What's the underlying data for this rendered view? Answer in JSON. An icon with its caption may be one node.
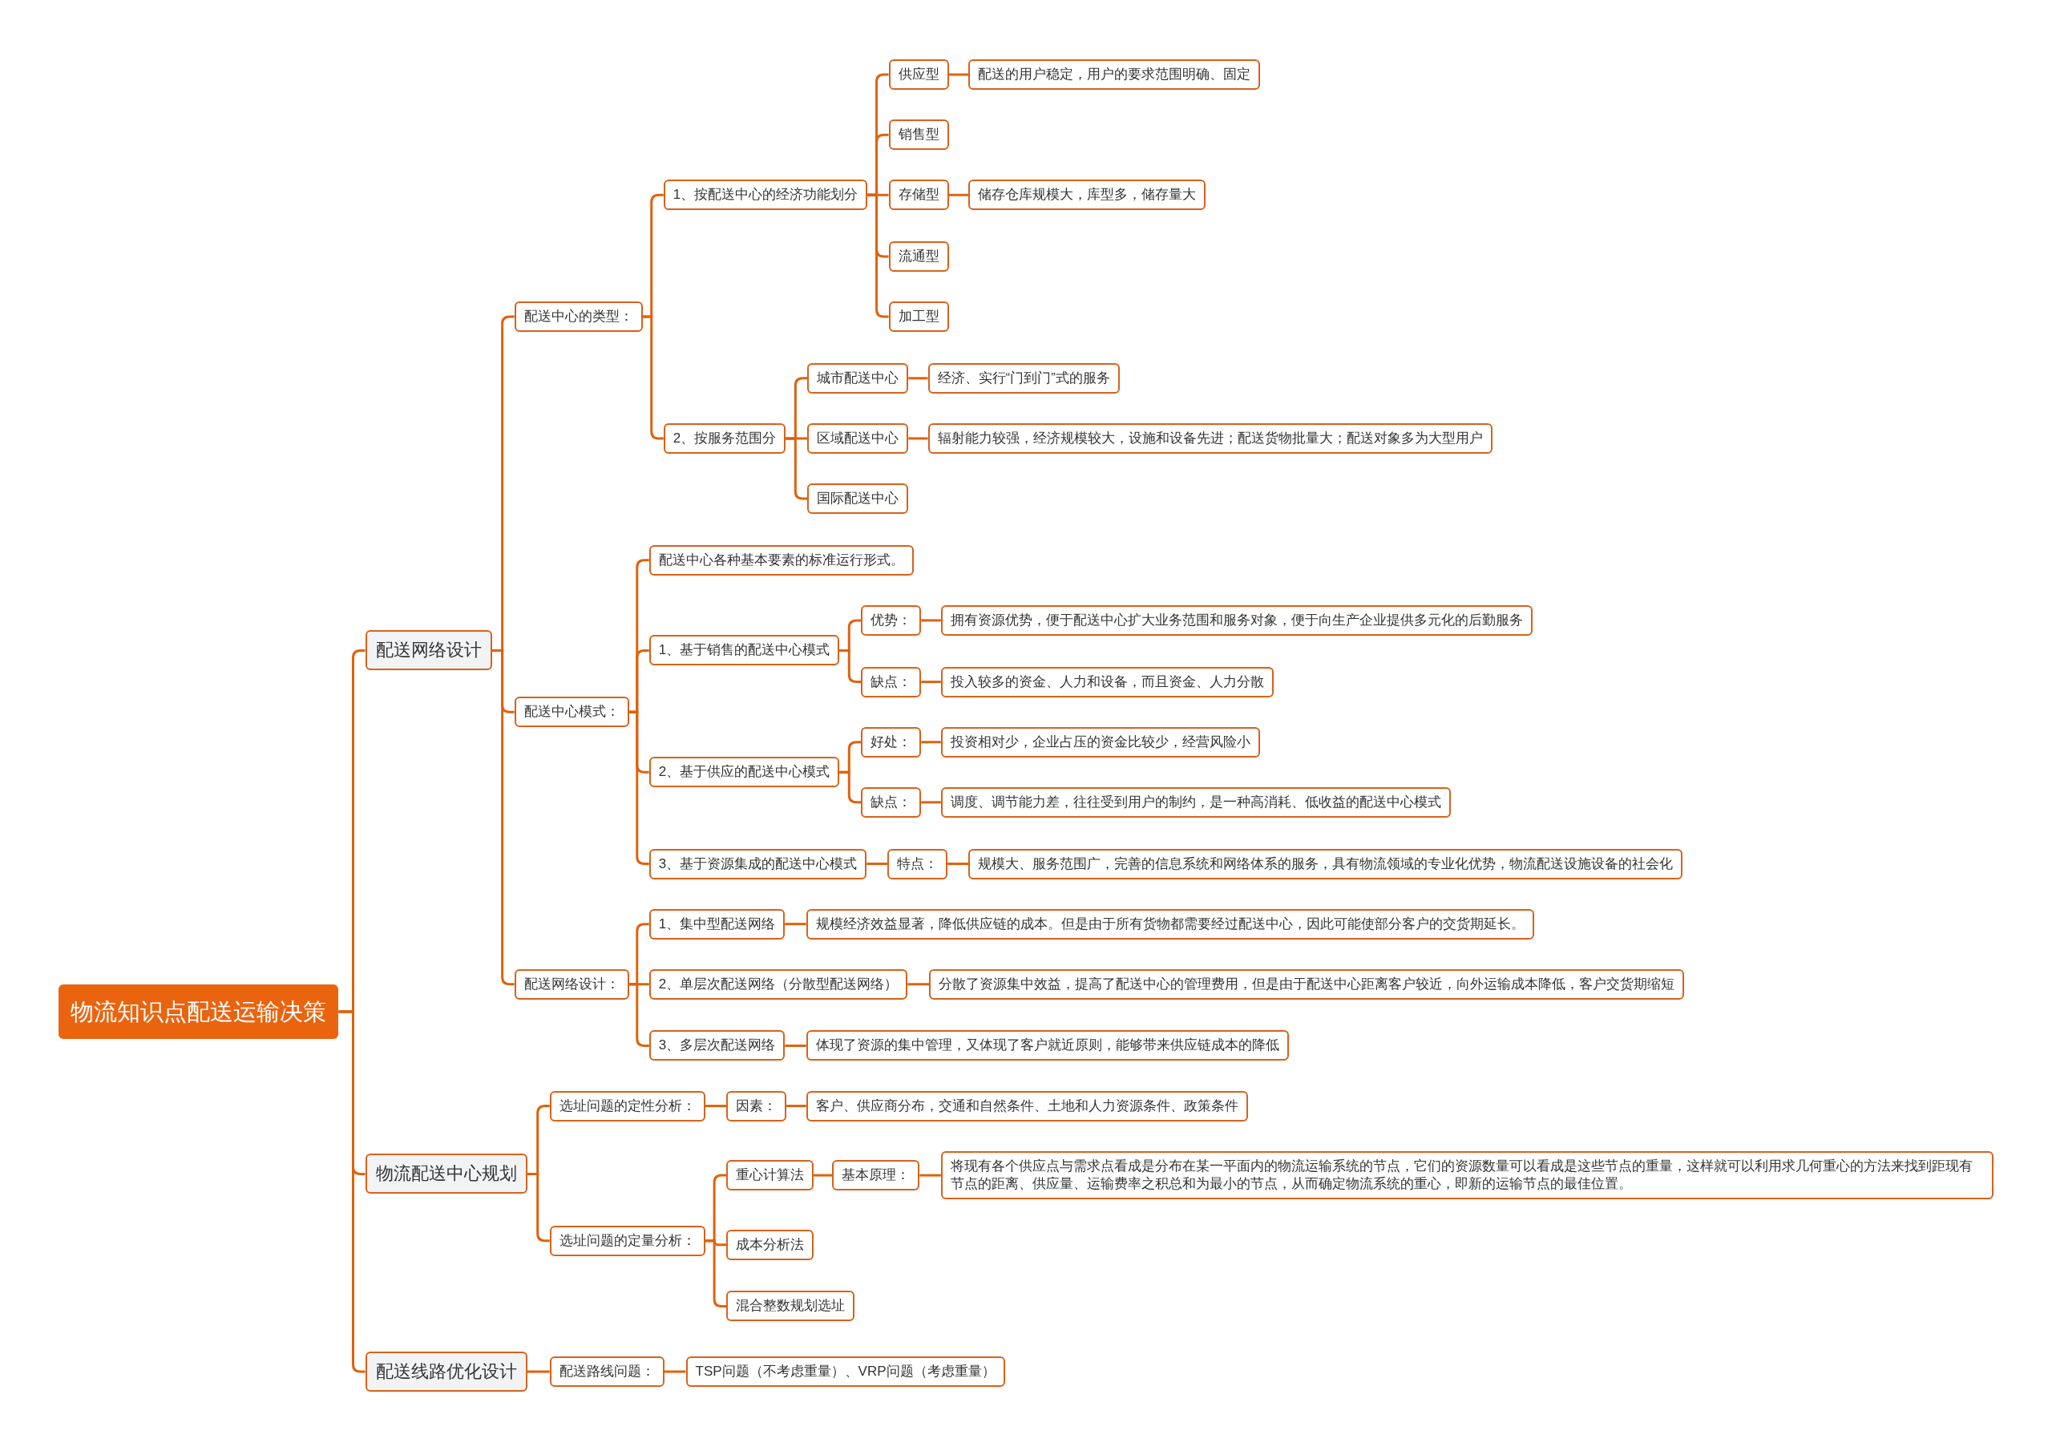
{
  "diagram": {
    "nodes": [
      {
        "text": [
          "物流知识点配送运输决策"
        ]
      },
      {
        "text": [
          "配送网络设计"
        ]
      },
      {
        "text": [
          "配送中心的类型："
        ]
      },
      {
        "text": [
          "1、按配送中心的经济功能划分"
        ]
      },
      {
        "text": [
          "供应型"
        ]
      },
      {
        "text": [
          "配送的用户稳定，用户的要求范围明确、固定"
        ]
      },
      {
        "text": [
          "销售型"
        ]
      },
      {
        "text": [
          "存储型"
        ]
      },
      {
        "text": [
          "储存仓库规模大，库型多，储存量大"
        ]
      },
      {
        "text": [
          "流通型"
        ]
      },
      {
        "text": [
          "加工型"
        ]
      },
      {
        "text": [
          "2、按服务范围分"
        ]
      },
      {
        "text": [
          "城市配送中心"
        ]
      },
      {
        "text": [
          "经济、实行“门到门”式的服务"
        ]
      },
      {
        "text": [
          "区域配送中心"
        ]
      },
      {
        "text": [
          "辐射能力较强，经济规模较大，设施和设备先进；配送货物批量大；配送对象多为大型用户"
        ]
      },
      {
        "text": [
          "国际配送中心"
        ]
      },
      {
        "text": [
          "配送中心模式："
        ]
      },
      {
        "text": [
          "配送中心各种基本要素的标准运行形式。"
        ]
      },
      {
        "text": [
          "1、基于销售的配送中心模式"
        ]
      },
      {
        "text": [
          "优势："
        ]
      },
      {
        "text": [
          "拥有资源优势，便于配送中心扩大业务范围和服务对象，便于向生产企业提供多元化的后勤服务"
        ]
      },
      {
        "text": [
          "缺点："
        ]
      },
      {
        "text": [
          "投入较多的资金、人力和设备，而且资金、人力分散"
        ]
      },
      {
        "text": [
          "2、基于供应的配送中心模式"
        ]
      },
      {
        "text": [
          "好处："
        ]
      },
      {
        "text": [
          "投资相对少，企业占压的资金比较少，经营风险小"
        ]
      },
      {
        "text": [
          "缺点："
        ]
      },
      {
        "text": [
          "调度、调节能力差，往往受到用户的制约，是一种高消耗、低收益的配送中心模式"
        ]
      },
      {
        "text": [
          "3、基于资源集成的配送中心模式"
        ]
      },
      {
        "text": [
          "特点："
        ]
      },
      {
        "text": [
          "规模大、服务范围广，完善的信息系统和网络体系的服务，具有物流领域的专业化优势，物流配送设施设备的社会化"
        ]
      },
      {
        "text": [
          "配送网络设计："
        ]
      },
      {
        "text": [
          "1、集中型配送网络"
        ]
      },
      {
        "text": [
          "规模经济效益显著，降低供应链的成本。但是由于所有货物都需要经过配送中心，因此可能使部分客户的交货期延长。"
        ]
      },
      {
        "text": [
          "2、单层次配送网络（分散型配送网络）"
        ]
      },
      {
        "text": [
          "分散了资源集中效益，提高了配送中心的管理费用，但是由于配送中心距离客户较近，向外运输成本降低，客户交货期缩短"
        ]
      },
      {
        "text": [
          "3、多层次配送网络"
        ]
      },
      {
        "text": [
          "体现了资源的集中管理，又体现了客户就近原则，能够带来供应链成本的降低"
        ]
      },
      {
        "text": [
          "物流配送中心规划"
        ]
      },
      {
        "text": [
          "选址问题的定性分析："
        ]
      },
      {
        "text": [
          "因素："
        ]
      },
      {
        "text": [
          "客户、供应商分布，交通和自然条件、土地和人力资源条件、政策条件"
        ]
      },
      {
        "text": [
          "选址问题的定量分析："
        ]
      },
      {
        "text": [
          "重心计算法"
        ]
      },
      {
        "text": [
          "基本原理："
        ]
      },
      {
        "text": [
          "将现有各个供应点与需求点看成是分布在某一平面内的物流运输系统的节点，它们的资源数量可以看成是这些节点的重量，这样就可以利用求几何重心的方法来找到距现有节点的距离、供应量、运输费率之积总和为最小的节点，从而确定物流系统的重心，即新的运输节点的最佳位置。"
        ]
      },
      {
        "text": [
          "成本分析法"
        ]
      },
      {
        "text": [
          "混合整数规划选址"
        ]
      },
      {
        "text": [
          "配送线路优化设计"
        ]
      },
      {
        "text": [
          "配送路线问题："
        ]
      },
      {
        "text": [
          "TSP问题（不考虑重量）、VRP问题（考虑重量）"
        ]
      }
    ],
    "edges": [
      {
        "from": 0,
        "to": 1,
        "arrow": "none"
      },
      {
        "from": 1,
        "to": 2,
        "arrow": "none"
      },
      {
        "from": 2,
        "to": 3,
        "arrow": "none"
      },
      {
        "from": 3,
        "to": 4,
        "arrow": "none"
      },
      {
        "from": 4,
        "to": 5,
        "arrow": "none"
      },
      {
        "from": 3,
        "to": 6,
        "arrow": "none"
      },
      {
        "from": 3,
        "to": 7,
        "arrow": "none"
      },
      {
        "from": 7,
        "to": 8,
        "arrow": "none"
      },
      {
        "from": 3,
        "to": 9,
        "arrow": "none"
      },
      {
        "from": 3,
        "to": 10,
        "arrow": "none"
      },
      {
        "from": 2,
        "to": 11,
        "arrow": "none"
      },
      {
        "from": 11,
        "to": 12,
        "arrow": "none"
      },
      {
        "from": 12,
        "to": 13,
        "arrow": "none"
      },
      {
        "from": 11,
        "to": 14,
        "arrow": "none"
      },
      {
        "from": 14,
        "to": 15,
        "arrow": "none"
      },
      {
        "from": 11,
        "to": 16,
        "arrow": "none"
      },
      {
        "from": 1,
        "to": 17,
        "arrow": "none"
      },
      {
        "from": 17,
        "to": 18,
        "arrow": "none"
      },
      {
        "from": 17,
        "to": 19,
        "arrow": "none"
      },
      {
        "from": 19,
        "to": 20,
        "arrow": "none"
      },
      {
        "from": 20,
        "to": 21,
        "arrow": "none"
      },
      {
        "from": 19,
        "to": 22,
        "arrow": "none"
      },
      {
        "from": 22,
        "to": 23,
        "arrow": "none"
      },
      {
        "from": 17,
        "to": 24,
        "arrow": "none"
      },
      {
        "from": 24,
        "to": 25,
        "arrow": "none"
      },
      {
        "from": 25,
        "to": 26,
        "arrow": "none"
      },
      {
        "from": 24,
        "to": 27,
        "arrow": "none"
      },
      {
        "from": 27,
        "to": 28,
        "arrow": "none"
      },
      {
        "from": 17,
        "to": 29,
        "arrow": "none"
      },
      {
        "from": 29,
        "to": 30,
        "arrow": "none"
      },
      {
        "from": 30,
        "to": 31,
        "arrow": "none"
      },
      {
        "from": 1,
        "to": 32,
        "arrow": "none"
      },
      {
        "from": 32,
        "to": 33,
        "arrow": "none"
      },
      {
        "from": 33,
        "to": 34,
        "arrow": "none"
      },
      {
        "from": 32,
        "to": 35,
        "arrow": "none"
      },
      {
        "from": 35,
        "to": 36,
        "arrow": "none"
      },
      {
        "from": 32,
        "to": 37,
        "arrow": "none"
      },
      {
        "from": 37,
        "to": 38,
        "arrow": "none"
      },
      {
        "from": 0,
        "to": 39,
        "arrow": "none"
      },
      {
        "from": 39,
        "to": 40,
        "arrow": "none"
      },
      {
        "from": 40,
        "to": 41,
        "arrow": "none"
      },
      {
        "from": 41,
        "to": 42,
        "arrow": "none"
      },
      {
        "from": 39,
        "to": 43,
        "arrow": "none"
      },
      {
        "from": 43,
        "to": 44,
        "arrow": "none"
      },
      {
        "from": 44,
        "to": 45,
        "arrow": "none"
      },
      {
        "from": 45,
        "to": 46,
        "arrow": "none"
      },
      {
        "from": 43,
        "to": 47,
        "arrow": "none"
      },
      {
        "from": 43,
        "to": 48,
        "arrow": "none"
      },
      {
        "from": 0,
        "to": 49,
        "arrow": "none"
      },
      {
        "from": 49,
        "to": 50,
        "arrow": "none"
      },
      {
        "from": 50,
        "to": 51,
        "arrow": "none"
      }
    ]
  }
}
